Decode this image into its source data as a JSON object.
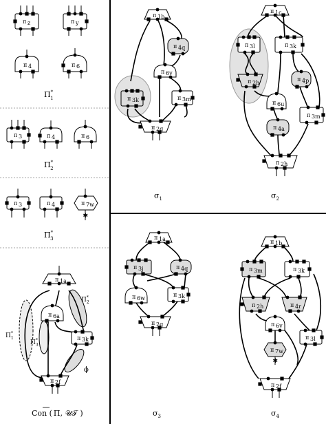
{
  "panels": {
    "p1_caption": "Π",
    "p1_sup": "*",
    "p1_sub": "1",
    "p2_caption": "Π",
    "p2_sup": "*",
    "p2_sub": "2",
    "p3_caption": "Π",
    "p3_sup": "*",
    "p3_sub": "3",
    "con_caption": "Con (",
    "con_pi": "Π",
    "con_ut": ", 𝒰𝒯 )",
    "sigma1": "σ",
    "sigma1_sub": "1",
    "sigma2": "σ",
    "sigma2_sub": "2",
    "sigma3": "σ",
    "sigma3_sub": "3",
    "sigma4": "σ",
    "sigma4_sub": "4"
  },
  "nodes": {
    "pi_z": "π",
    "z": "z",
    "y": "y",
    "four": "4",
    "six": "6",
    "three": "3",
    "seven_w": "7w",
    "one_a": "1a",
    "one_b": "1b",
    "one_c": "1c",
    "six_a": "6a",
    "three_k": "3k",
    "three_l": "3l",
    "three_m": "3m",
    "two_f": "2f",
    "two_g": "2g",
    "two_h": "2h",
    "four_q": "4q",
    "four_p": "4p",
    "four_r": "4r",
    "four_a": "4a",
    "six_v": "6v",
    "six_u": "6u",
    "six_w": "6w",
    "three_j": "3j",
    "one_a2": "1a"
  },
  "annotations": {
    "pi2_label": "Π",
    "pi2_sup": "*",
    "pi2_sub": "2",
    "pi1_label": "Π",
    "pi1_sup": "*",
    "pi1_sub": "1",
    "pi3_label": "Π",
    "pi3_sup": "*",
    "pi3_sub": "3",
    "phi": "ϕ"
  }
}
